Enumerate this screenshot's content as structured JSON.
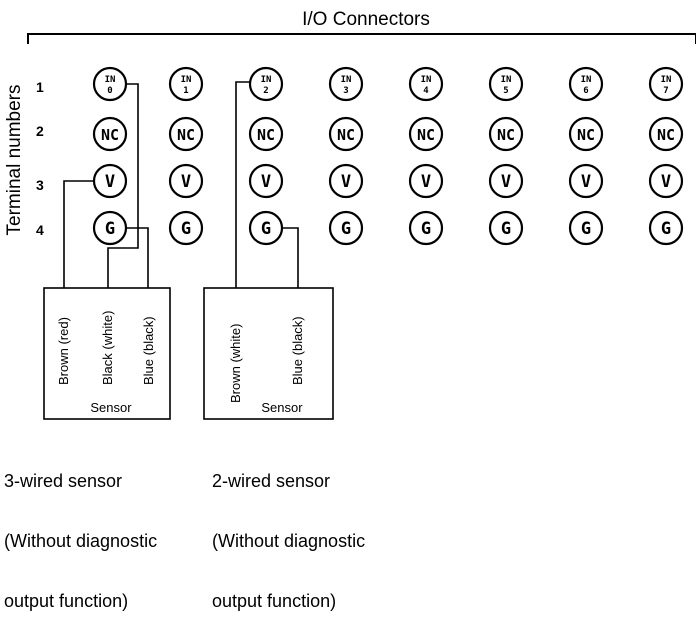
{
  "header": {
    "title": "I/O Connectors"
  },
  "axis": {
    "ylabel": "Terminal numbers",
    "row_numbers": [
      "1",
      "2",
      "3",
      "4"
    ]
  },
  "connectors": [
    {
      "in_top": "IN",
      "in_num": "0",
      "nc": "NC",
      "v": "V",
      "g": "G"
    },
    {
      "in_top": "IN",
      "in_num": "1",
      "nc": "NC",
      "v": "V",
      "g": "G"
    },
    {
      "in_top": "IN",
      "in_num": "2",
      "nc": "NC",
      "v": "V",
      "g": "G"
    },
    {
      "in_top": "IN",
      "in_num": "3",
      "nc": "NC",
      "v": "V",
      "g": "G"
    },
    {
      "in_top": "IN",
      "in_num": "4",
      "nc": "NC",
      "v": "V",
      "g": "G"
    },
    {
      "in_top": "IN",
      "in_num": "5",
      "nc": "NC",
      "v": "V",
      "g": "G"
    },
    {
      "in_top": "IN",
      "in_num": "6",
      "nc": "NC",
      "v": "V",
      "g": "G"
    },
    {
      "in_top": "IN",
      "in_num": "7",
      "nc": "NC",
      "v": "V",
      "g": "G"
    }
  ],
  "sensor3": {
    "wires": [
      "Brown (red)",
      "Black (white)",
      "Blue (black)"
    ],
    "label": "Sensor",
    "caption": [
      "3-wired sensor",
      "(Without diagnostic",
      "output function)"
    ]
  },
  "sensor2": {
    "wires": [
      "Brown (white)",
      "Blue (black)"
    ],
    "label": "Sensor",
    "caption": [
      "2-wired sensor",
      "(Without diagnostic",
      "output function)"
    ]
  }
}
